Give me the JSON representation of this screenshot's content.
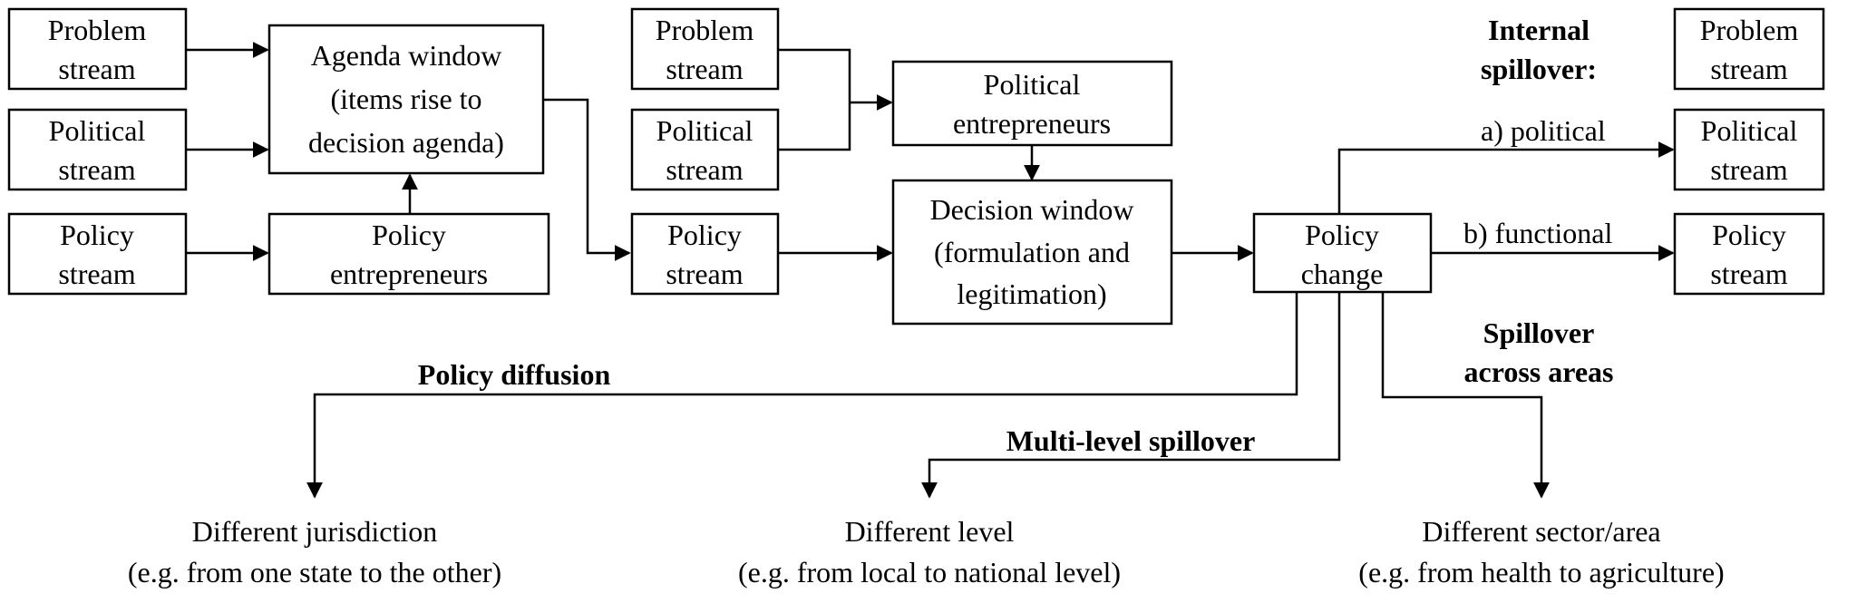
{
  "boxes": {
    "problem_stream_1": [
      "Problem",
      "stream"
    ],
    "political_stream_1": [
      "Political",
      "stream"
    ],
    "policy_stream_1": [
      "Policy",
      "stream"
    ],
    "agenda_window": [
      "Agenda window",
      "(items rise to",
      "decision agenda)"
    ],
    "policy_entrepreneurs": [
      "Policy",
      "entrepreneurs"
    ],
    "problem_stream_2": [
      "Problem",
      "stream"
    ],
    "political_stream_2": [
      "Political",
      "stream"
    ],
    "political_entrepreneurs": [
      "Political",
      "entrepreneurs"
    ],
    "policy_stream_2": [
      "Policy",
      "stream"
    ],
    "decision_window": [
      "Decision window",
      "(formulation and",
      "legitimation)"
    ],
    "policy_change": [
      "Policy",
      "change"
    ],
    "problem_stream_3": [
      "Problem",
      "stream"
    ],
    "political_stream_3": [
      "Political",
      "stream"
    ],
    "policy_stream_3": [
      "Policy",
      "stream"
    ]
  },
  "labels": {
    "internal_spillover": [
      "Internal",
      "spillover:"
    ],
    "a_political": "a) political",
    "b_functional": "b) functional",
    "policy_diffusion": "Policy diffusion",
    "multi_level_spillover": "Multi-level spillover",
    "spillover_across_areas": [
      "Spillover",
      "across areas"
    ]
  },
  "outcomes": {
    "jurisdiction": [
      "Different jurisdiction",
      "(e.g. from one state to the other)"
    ],
    "level": [
      "Different level",
      "(e.g. from local to national level)"
    ],
    "sector": [
      "Different sector/area",
      "(e.g. from health to agriculture)"
    ]
  }
}
